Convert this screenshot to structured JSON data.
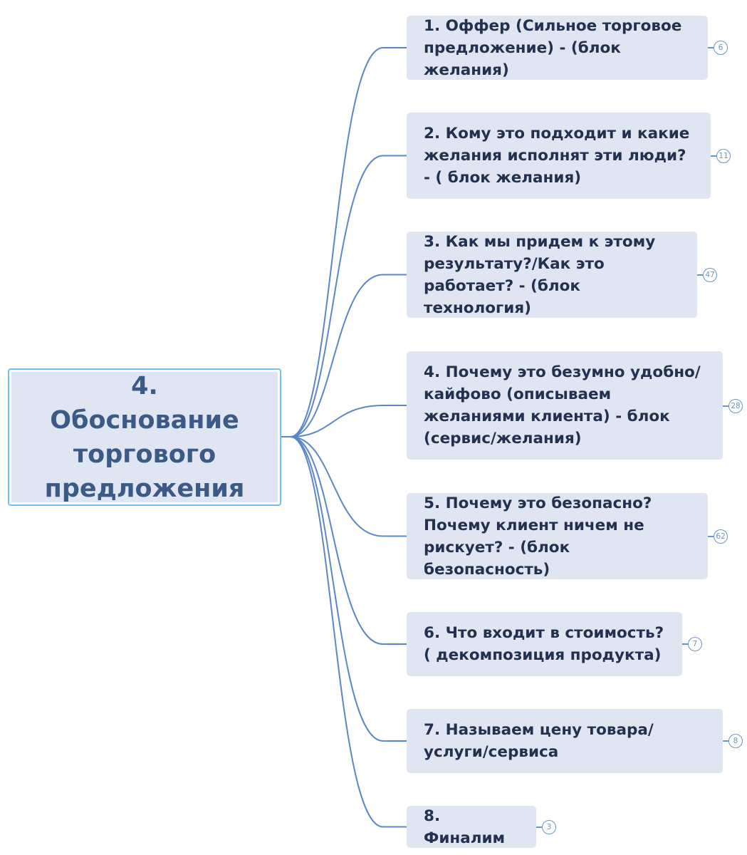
{
  "root": {
    "title": "4. Обоснование торгового предложения"
  },
  "colors": {
    "connector": "#5b86c8",
    "node_fill": "#dfe6f1",
    "root_border": "#73c0ee",
    "root_text": "#3b5a86",
    "child_text": "#22324e",
    "badge": "#6b93cc"
  },
  "children": [
    {
      "label": "1. Оффер (Сильное торговое предложение) - (блок желания)",
      "count": "6"
    },
    {
      "label": "2. Кому это подходит и какие желания исполнят эти люди? - ( блок желания)",
      "count": "11"
    },
    {
      "label": "3. Как мы придем к этому результату?/Как это работает? - (блок технология)",
      "count": "47"
    },
    {
      "label": "4. Почему это безумно удобно/кайфово (описываем желаниями клиента) - блок (сервис/желания)",
      "count": "28"
    },
    {
      "label": "5. Почему это безопасно? Почему клиент ничем не рискует? - (блок безопасность)",
      "count": "62"
    },
    {
      "label": "6. Что входит в стоимость? ( декомпозиция продукта)",
      "count": "7"
    },
    {
      "label": "7. Называем цену товара/услуги/сервиса",
      "count": "8"
    },
    {
      "label": "8. Финалим",
      "count": "3"
    }
  ]
}
